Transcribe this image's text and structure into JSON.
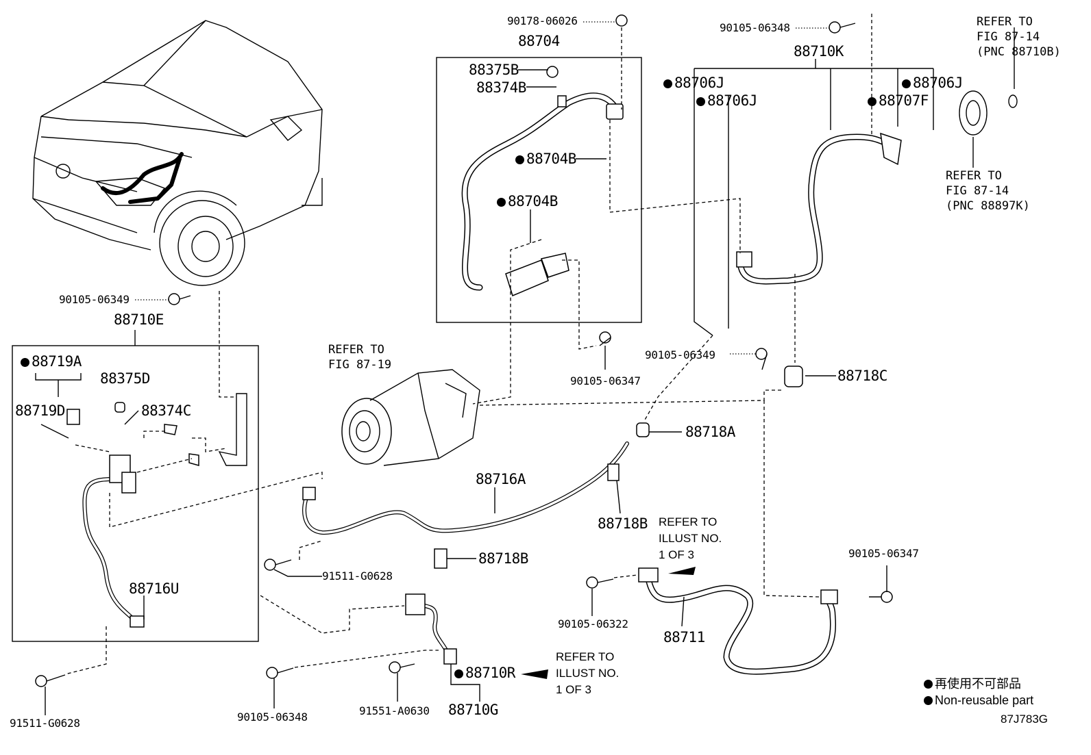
{
  "labels": {
    "p90178_06026": "90178-06026",
    "p88704": "88704",
    "p88375B": "88375B",
    "p88374B": "88374B",
    "p88704B_1": "88704B",
    "p88704B_2": "88704B",
    "p90105_06348_top": "90105-06348",
    "p88710K": "88710K",
    "p88706J_1": "88706J",
    "p88706J_2": "88706J",
    "p88706J_3": "88706J",
    "p88707F": "88707F",
    "p90105_06349_top": "90105-06349",
    "p88710E": "88710E",
    "p88719A": "88719A",
    "p88375D": "88375D",
    "p88719D": "88719D",
    "p88374C": "88374C",
    "p88716U": "88716U",
    "p90105_06349_mid": "90105-06349",
    "p88718C": "88718C",
    "p90105_06347_mid": "90105-06347",
    "p88718A": "88718A",
    "p88716A": "88716A",
    "p88718B_1": "88718B",
    "p88718B_2": "88718B",
    "p91511_G0628_mid": "91511-G0628",
    "p90105_06322": "90105-06322",
    "p88711": "88711",
    "p90105_06347_right": "90105-06347",
    "p91511_G0628_bot": "91511-G0628",
    "p90105_06348_bot": "90105-06348",
    "p91551_A0630": "91551-A0630",
    "p88710R": "88710R",
    "p88710G": "88710G"
  },
  "refs": {
    "top_right_1": "REFER TO\nFIG 87-14\n(PNC 88710B)",
    "top_right_2": "REFER TO\nFIG 87-14\n(PNC 88897K)",
    "compressor": "REFER TO\nFIG 87-19",
    "illust_mid": "REFER TO\nILLUST NO.\n1 OF 3",
    "illust_bot": "REFER TO\nILLUST NO.\n1 OF 3"
  },
  "legend": {
    "chinese": "再使用不可部品",
    "english": "Non-reusable part"
  },
  "figure_code": "87J783G"
}
